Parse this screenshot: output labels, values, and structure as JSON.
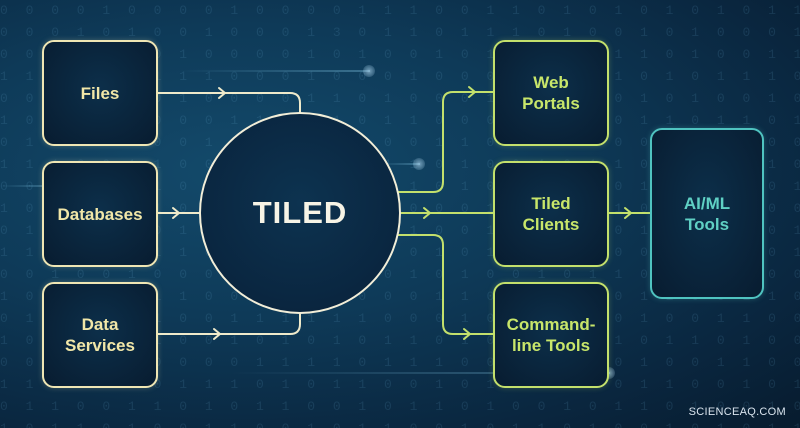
{
  "diagram": {
    "hub": {
      "label": "TILED",
      "border_color": "#f2eed8"
    },
    "inputs": [
      {
        "id": "files",
        "label": "Files"
      },
      {
        "id": "databases",
        "label": "Databases"
      },
      {
        "id": "data-services",
        "label": "Data Services"
      }
    ],
    "outputs": [
      {
        "id": "web-portals",
        "label": "Web Portals"
      },
      {
        "id": "tiled-clients",
        "label": "Tiled Clients"
      },
      {
        "id": "command-line-tools",
        "label": "Command-line Tools"
      }
    ],
    "downstream": {
      "id": "ai-ml-tools",
      "label": "AI/ML Tools"
    },
    "edges": [
      {
        "from": "Files",
        "to": "TILED"
      },
      {
        "from": "Databases",
        "to": "TILED"
      },
      {
        "from": "Data Services",
        "to": "TILED"
      },
      {
        "from": "TILED",
        "to": "Web Portals"
      },
      {
        "from": "TILED",
        "to": "Tiled Clients"
      },
      {
        "from": "TILED",
        "to": "Command-line Tools"
      },
      {
        "from": "Tiled Clients",
        "to": "AI/ML Tools"
      }
    ],
    "colors": {
      "input_border": "#efe6b4",
      "input_text": "#f1e7a8",
      "output_border": "#c3e06c",
      "output_text": "#c8e66a",
      "ai_border": "#4fc3c0",
      "ai_text": "#5fd0c4",
      "background": "#0e3a58"
    }
  },
  "credit": "SCIENCEAQ.COM"
}
